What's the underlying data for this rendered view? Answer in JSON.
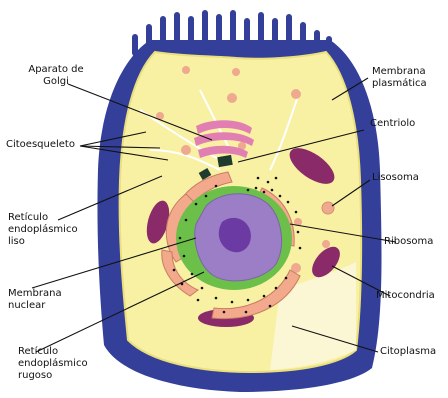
{
  "colors": {
    "membrane_outer": "#343f9a",
    "cytoplasm": "#f8f1a3",
    "vesicle": "#eea98e",
    "golgi": "#e27fb2",
    "mitochondria": "#8a2a68",
    "nucleus": "#9b7ec6",
    "nucleolus": "#6b3aa2",
    "nuclear_envelope": "#6cc04a",
    "rough_er": "#f2a98c",
    "centriole": "#1f3b2e",
    "label_line": "#111111"
  },
  "labels": {
    "golgi": "Aparato de\nGolgi",
    "cytoskeleton": "Citoesqueleto",
    "smooth_er": "Retículo\nendoplásmico\nliso",
    "nuclear_membrane": "Membrana\nnuclear",
    "rough_er": "Retículo\nendoplásmico\nrugoso",
    "plasma_membrane": "Membrana\nplasmática",
    "centriole": "Centriolo",
    "lysosome": "Lisosoma",
    "ribosome": "Ribosoma",
    "mitochondria": "Mitocondria",
    "cytoplasm": "Citoplasma"
  }
}
